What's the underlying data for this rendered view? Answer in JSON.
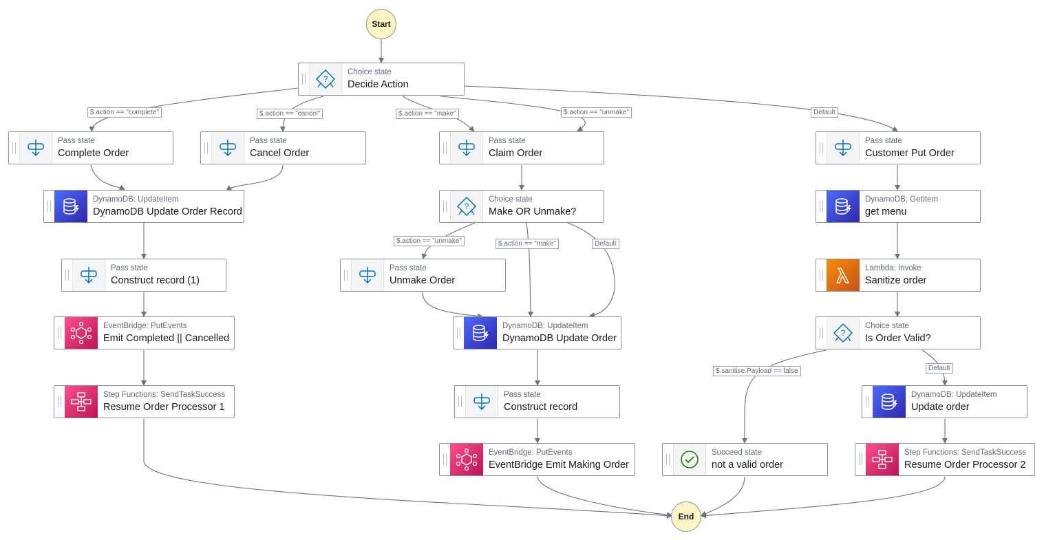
{
  "diagram": {
    "start_label": "Start",
    "end_label": "End",
    "nodes": {
      "decide_action": {
        "type": "Choice state",
        "name": "Decide Action",
        "icon": "choice-icon"
      },
      "complete_order": {
        "type": "Pass state",
        "name": "Complete Order",
        "icon": "pass-icon"
      },
      "cancel_order": {
        "type": "Pass state",
        "name": "Cancel Order",
        "icon": "pass-icon"
      },
      "claim_order": {
        "type": "Pass state",
        "name": "Claim Order",
        "icon": "pass-icon"
      },
      "customer_put_order": {
        "type": "Pass state",
        "name": "Customer Put Order",
        "icon": "pass-icon"
      },
      "dynamo_update_record": {
        "type": "DynamoDB: UpdateItem",
        "name": "DynamoDB Update Order Record",
        "icon": "dynamodb-icon"
      },
      "make_or_unmake": {
        "type": "Choice state",
        "name": "Make OR Unmake?",
        "icon": "choice-icon"
      },
      "get_menu": {
        "type": "DynamoDB: GetItem",
        "name": "get menu",
        "icon": "dynamodb-icon"
      },
      "construct_record_1": {
        "type": "Pass state",
        "name": "Construct record (1)",
        "icon": "pass-icon"
      },
      "unmake_order": {
        "type": "Pass state",
        "name": "Unmake Order",
        "icon": "pass-icon"
      },
      "sanitize_order": {
        "type": "Lambda: Invoke",
        "name": "Sanitize order",
        "icon": "lambda-icon"
      },
      "emit_completed": {
        "type": "EventBridge: PutEvents",
        "name": "Emit Completed || Cancelled",
        "icon": "eventbridge-icon"
      },
      "dynamo_update_order": {
        "type": "DynamoDB: UpdateItem",
        "name": "DynamoDB Update Order",
        "icon": "dynamodb-icon"
      },
      "is_order_valid": {
        "type": "Choice state",
        "name": "Is Order Valid?",
        "icon": "choice-icon"
      },
      "resume_processor_1": {
        "type": "Step Functions: SendTaskSuccess",
        "name": "Resume Order Processor 1",
        "icon": "step-functions-icon"
      },
      "construct_record": {
        "type": "Pass state",
        "name": "Construct record",
        "icon": "pass-icon"
      },
      "update_order": {
        "type": "DynamoDB: UpdateItem",
        "name": "Update order",
        "icon": "dynamodb-icon"
      },
      "emit_making": {
        "type": "EventBridge: PutEvents",
        "name": "EventBridge Emit Making Order",
        "icon": "eventbridge-icon"
      },
      "not_valid_order": {
        "type": "Succeed state",
        "name": "not a valid order",
        "icon": "check-circle-icon"
      },
      "resume_processor_2": {
        "type": "Step Functions: SendTaskSuccess",
        "name": "Resume Order Processor 2",
        "icon": "step-functions-icon"
      }
    },
    "conditions": {
      "complete": "$.action == \"complete\"",
      "cancel": "$.action == \"cancel\"",
      "make": "$.action == \"make\"",
      "unmake": "$.action == \"unmake\"",
      "default_1": "Default",
      "unmake_2": "$.action == \"unmake\"",
      "make_2": "$.action == \"make\"",
      "default_2": "Default",
      "sanitise_false": "$.sanitise.Payload == false",
      "default_3": "Default"
    },
    "colors": {
      "edge": "#6b7280",
      "terminal_fill": "#fdf6c4",
      "dynamodb": "#3b48cc",
      "eventbridge": "#e7157b",
      "lambda": "#ed7100",
      "succeed_check": "#1d8102",
      "pass_arrow": "#0073bb"
    }
  }
}
